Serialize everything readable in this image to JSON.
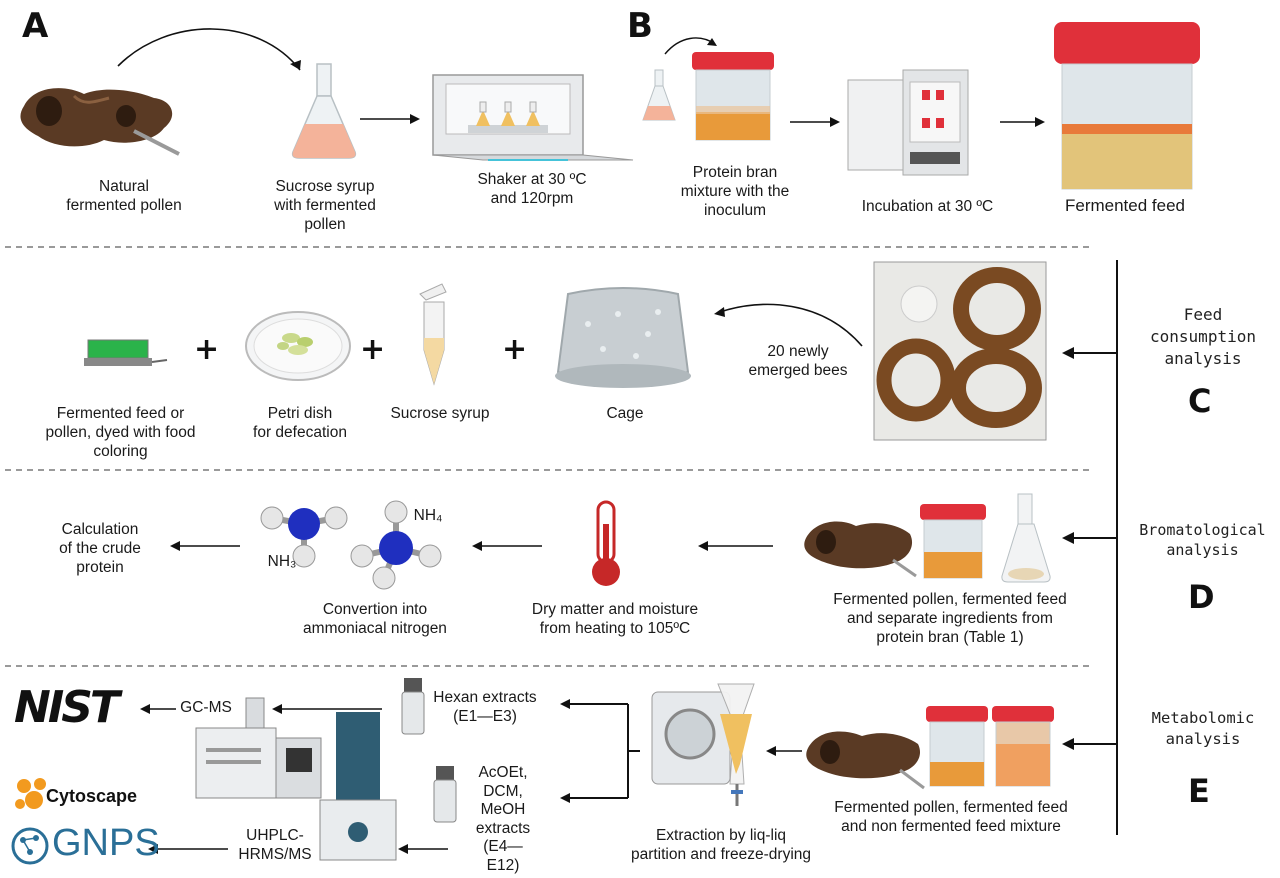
{
  "sections": {
    "a": "A",
    "b": "B",
    "c": "C",
    "d": "D",
    "e": "E"
  },
  "row_a": {
    "natural_pollen": "Natural\nfermented pollen",
    "sucrose_syrup": "Sucrose syrup\nwith fermented\npollen",
    "shaker": "Shaker at 30 ºC\nand 120rpm",
    "protein_bran": "Protein bran\nmixture with the\ninoculum",
    "incubation": "Incubation at 30 ºC",
    "fermented_feed": "Fermented feed"
  },
  "row_c": {
    "feed_dyed": "Fermented feed or\npollen, dyed with food\ncoloring",
    "petri": "Petri dish\nfor defecation",
    "sucrose": "Sucrose syrup",
    "cage": "Cage",
    "bees": "20 newly\nemerged bees",
    "side_label": "Feed\nconsumption\nanalysis",
    "plus": "+"
  },
  "row_d": {
    "crude_protein": "Calculation\nof the crude\nprotein",
    "nh3": "NH₃",
    "nh4": "NH₄",
    "ammoniacal": "Convertion into\nammoniacal nitrogen",
    "dry_matter": "Dry matter and moisture\nfrom heating to 105ºC",
    "ingredients": "Fermented pollen, fermented feed\nand separate ingredients from\nprotein bran (Table 1)",
    "side_label": "Bromatological\nanalysis"
  },
  "row_e": {
    "nist": "NIST",
    "gcms": "GC-MS",
    "hexan": "Hexan extracts\n(E1—E3)",
    "acoet": "AcOEt,\nDCM,\nMeOH\nextracts\n(E4—E12)",
    "uhplc": "UHPLC-\nHRMS/MS",
    "extraction": "Extraction by liq-liq\npartition and freeze-drying",
    "mixture": "Fermented pollen, fermented feed\nand non fermented feed mixture",
    "cytoscape": "Cytoscape",
    "gnps": "GNPS",
    "side_label": "Metabolomic\nanalysis"
  },
  "colors": {
    "pollen": "#5a3a24",
    "lid_red": "#e0303a",
    "feed_orange": "#e89a3a",
    "flask_pink": "#f4b39a",
    "dye_green": "#2bb34a",
    "nitrogen_blue": "#1f2fbf",
    "thermo_red": "#c62828",
    "gnps_blue": "#2a6f97",
    "cyto_orange": "#f29a1f"
  }
}
